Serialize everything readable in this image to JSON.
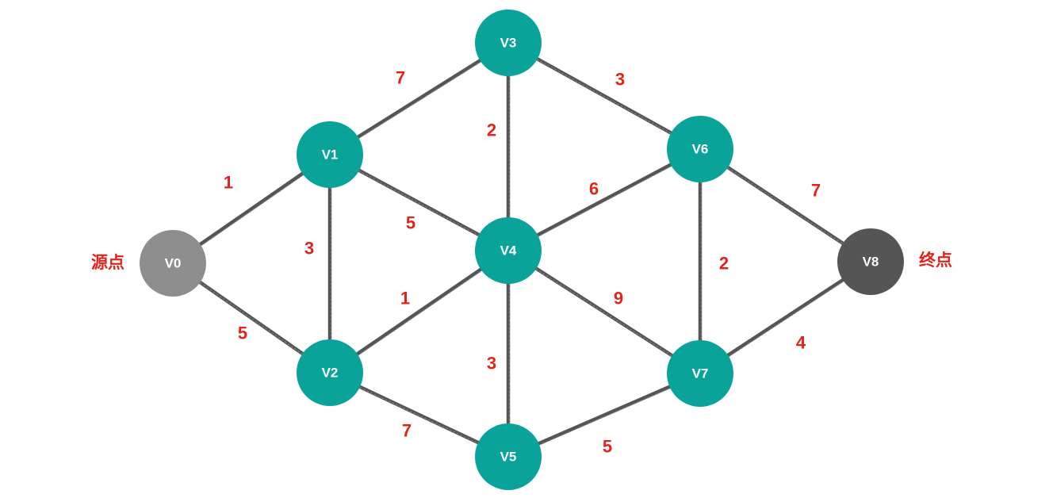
{
  "colors": {
    "node_default": "#0aa39a",
    "node_source": "#8e8e8e",
    "node_target": "#555555",
    "weight_text": "#e0241b",
    "side_text": "#e0241b"
  },
  "nodes": [
    {
      "id": "V0",
      "label": "V0",
      "role": "source"
    },
    {
      "id": "V1",
      "label": "V1",
      "role": "normal"
    },
    {
      "id": "V2",
      "label": "V2",
      "role": "normal"
    },
    {
      "id": "V3",
      "label": "V3",
      "role": "normal"
    },
    {
      "id": "V4",
      "label": "V4",
      "role": "normal"
    },
    {
      "id": "V5",
      "label": "V5",
      "role": "normal"
    },
    {
      "id": "V6",
      "label": "V6",
      "role": "normal"
    },
    {
      "id": "V7",
      "label": "V7",
      "role": "normal"
    },
    {
      "id": "V8",
      "label": "V8",
      "role": "target"
    }
  ],
  "edges": [
    {
      "from": "V0",
      "to": "V1",
      "weight": "1"
    },
    {
      "from": "V0",
      "to": "V2",
      "weight": "5"
    },
    {
      "from": "V1",
      "to": "V3",
      "weight": "7"
    },
    {
      "from": "V1",
      "to": "V2",
      "weight": "3"
    },
    {
      "from": "V1",
      "to": "V4",
      "weight": "5"
    },
    {
      "from": "V2",
      "to": "V4",
      "weight": "1"
    },
    {
      "from": "V2",
      "to": "V5",
      "weight": "7"
    },
    {
      "from": "V3",
      "to": "V4",
      "weight": "2"
    },
    {
      "from": "V3",
      "to": "V6",
      "weight": "3"
    },
    {
      "from": "V4",
      "to": "V6",
      "weight": "6"
    },
    {
      "from": "V4",
      "to": "V5",
      "weight": "3"
    },
    {
      "from": "V4",
      "to": "V7",
      "weight": "9"
    },
    {
      "from": "V5",
      "to": "V7",
      "weight": "5"
    },
    {
      "from": "V6",
      "to": "V7",
      "weight": "2"
    },
    {
      "from": "V6",
      "to": "V8",
      "weight": "7"
    },
    {
      "from": "V7",
      "to": "V8",
      "weight": "4"
    }
  ],
  "labels": {
    "source": "源点",
    "target": "终点"
  }
}
